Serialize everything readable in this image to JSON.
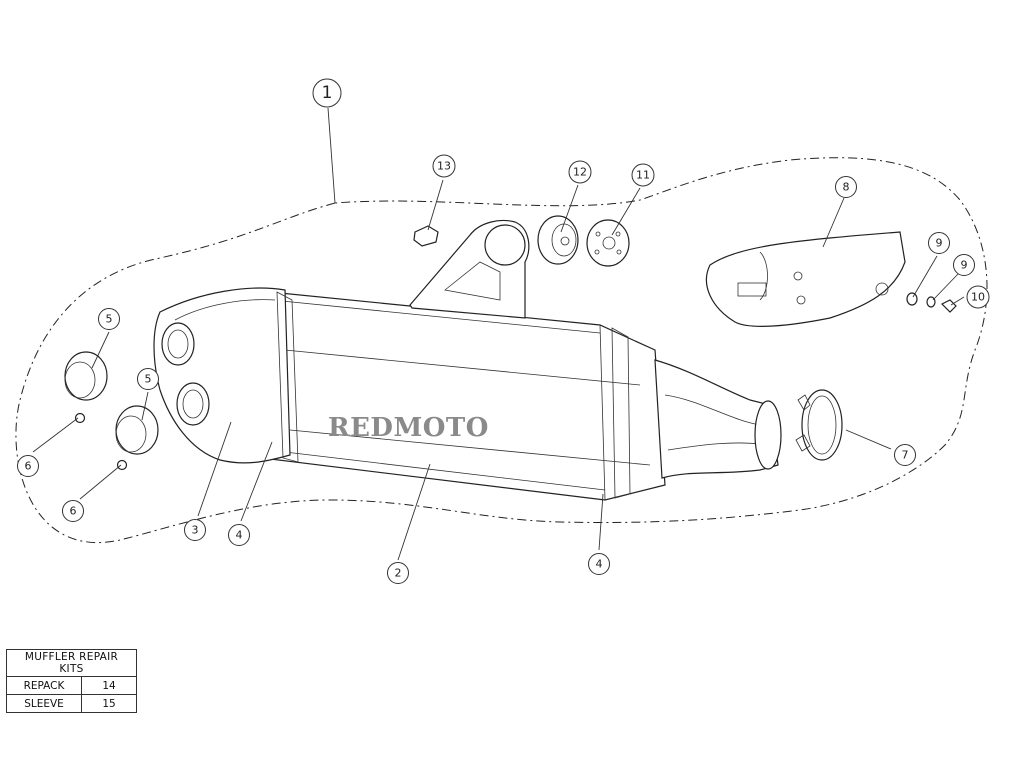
{
  "callouts": {
    "c1": "1",
    "c2": "2",
    "c3": "3",
    "c4a": "4",
    "c4b": "4",
    "c5a": "5",
    "c5b": "5",
    "c6a": "6",
    "c6b": "6",
    "c7": "7",
    "c8": "8",
    "c9a": "9",
    "c9b": "9",
    "c10": "10",
    "c11": "11",
    "c12": "12",
    "c13": "13"
  },
  "watermark": "REDMOTO",
  "repair_kits": {
    "title": "MUFFLER REPAIR KITS",
    "rows": [
      {
        "label": "REPACK",
        "value": "14"
      },
      {
        "label": "SLEEVE",
        "value": "15"
      }
    ]
  }
}
